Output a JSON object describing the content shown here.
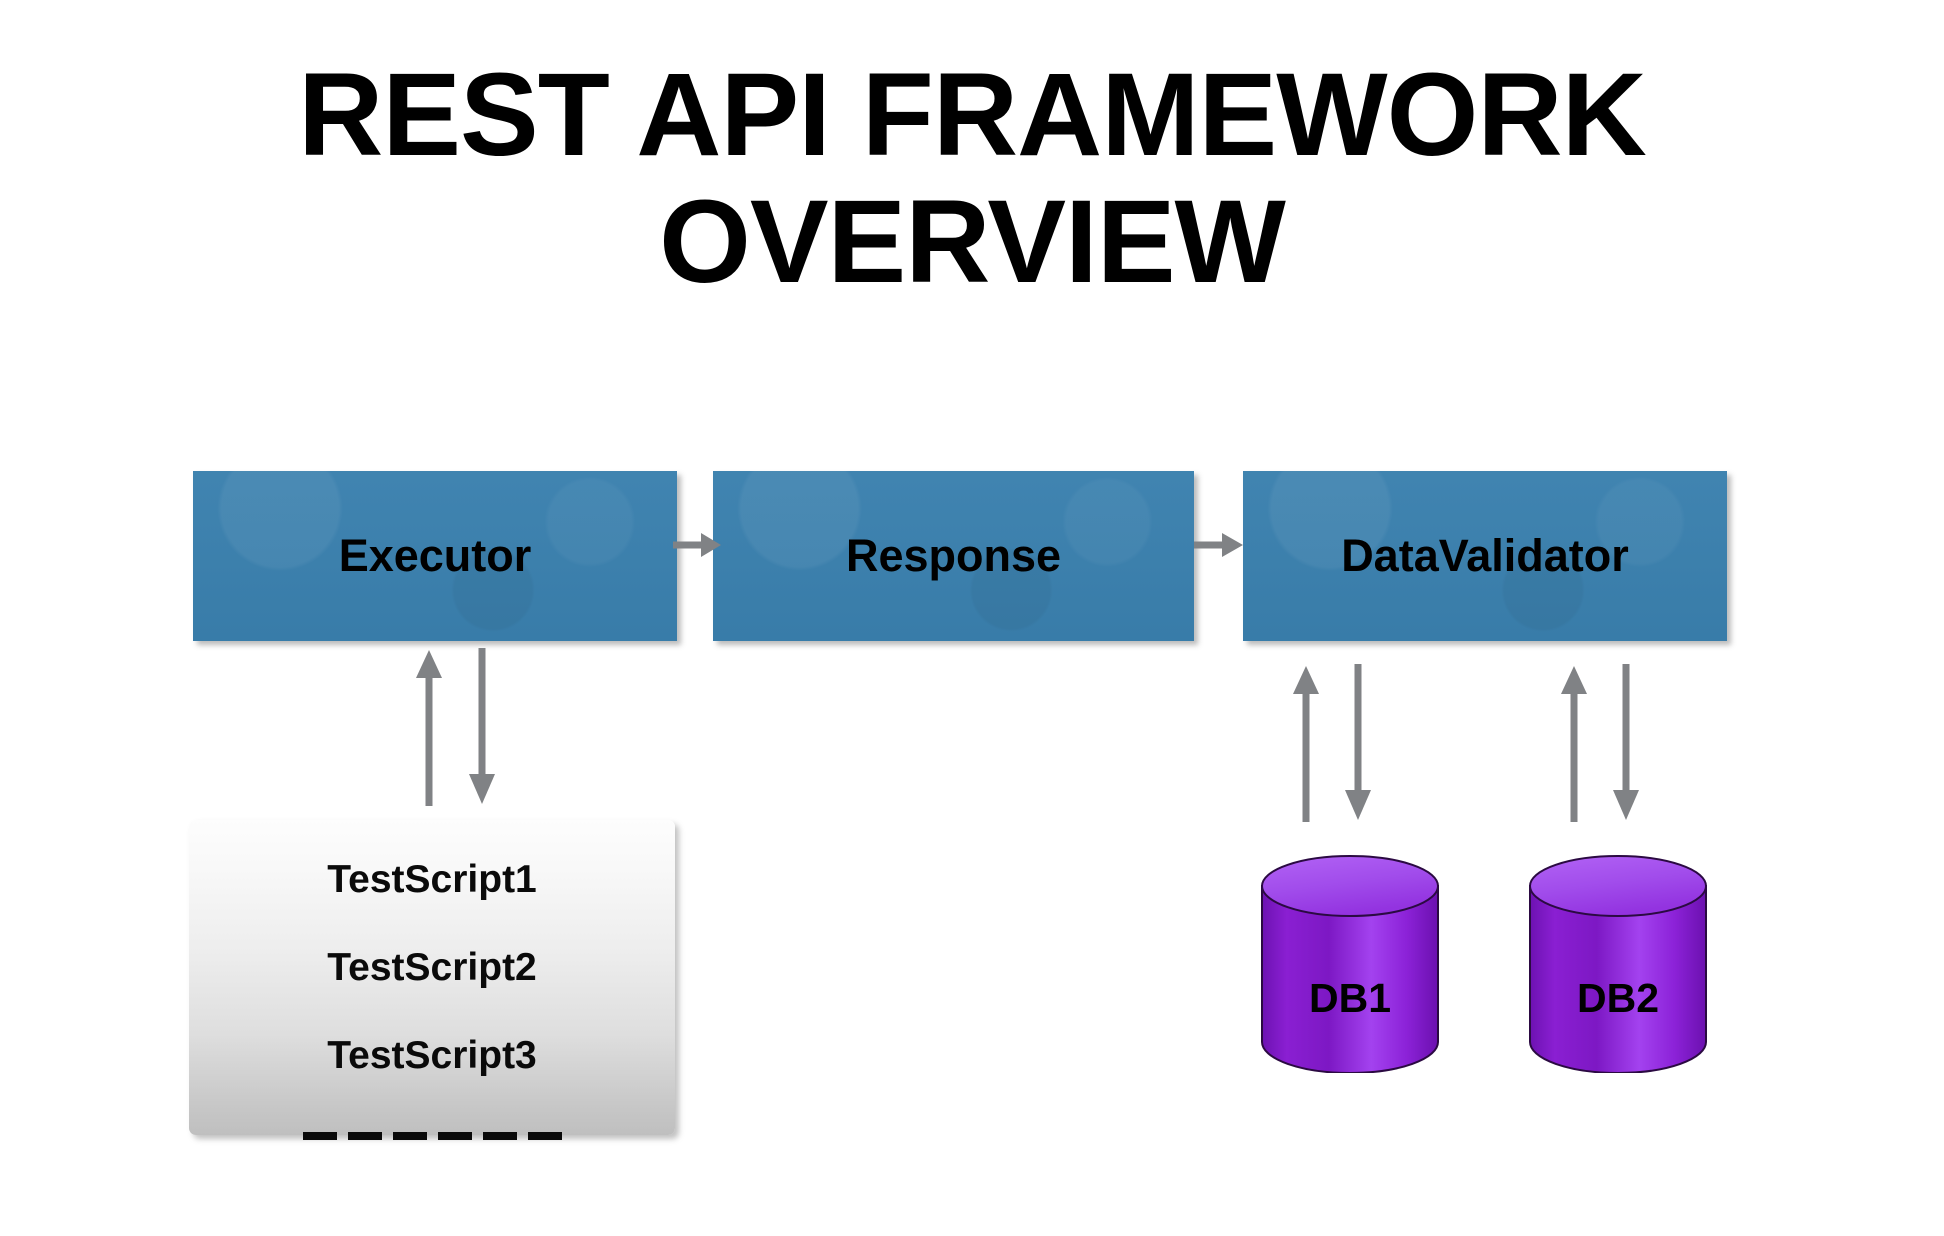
{
  "title": {
    "line1": "REST API FRAMEWORK",
    "line2": "OVERVIEW"
  },
  "colors": {
    "box_blue": "#3a80ae",
    "arrow_gray": "#808285",
    "db_purple_body": "#8c1fd6",
    "db_purple_light": "#a64cf0",
    "db_purple_dark": "#6b11b0",
    "script_box_gray": "#dedede",
    "text_black": "#000000"
  },
  "process_boxes": [
    {
      "id": "executor",
      "label": "Executor"
    },
    {
      "id": "response",
      "label": "Response"
    },
    {
      "id": "datavalidator",
      "label": "DataValidator"
    }
  ],
  "flow_arrows": [
    {
      "id": "executor-to-response",
      "direction": "right"
    },
    {
      "id": "response-to-datavalidator",
      "direction": "right"
    }
  ],
  "script_box": {
    "items": [
      "TestScript1",
      "TestScript2",
      "TestScript3"
    ],
    "continuation": "— — — — — —",
    "dash_count": 6
  },
  "script_arrows": [
    {
      "id": "scripts-to-executor",
      "direction": "up"
    },
    {
      "id": "executor-to-scripts",
      "direction": "down"
    }
  ],
  "databases": [
    {
      "id": "db1",
      "label": "DB1",
      "arrows": [
        {
          "id": "db1-to-datavalidator",
          "direction": "up"
        },
        {
          "id": "datavalidator-to-db1",
          "direction": "down"
        }
      ]
    },
    {
      "id": "db2",
      "label": "DB2",
      "arrows": [
        {
          "id": "db2-to-datavalidator",
          "direction": "up"
        },
        {
          "id": "datavalidator-to-db2",
          "direction": "down"
        }
      ]
    }
  ]
}
